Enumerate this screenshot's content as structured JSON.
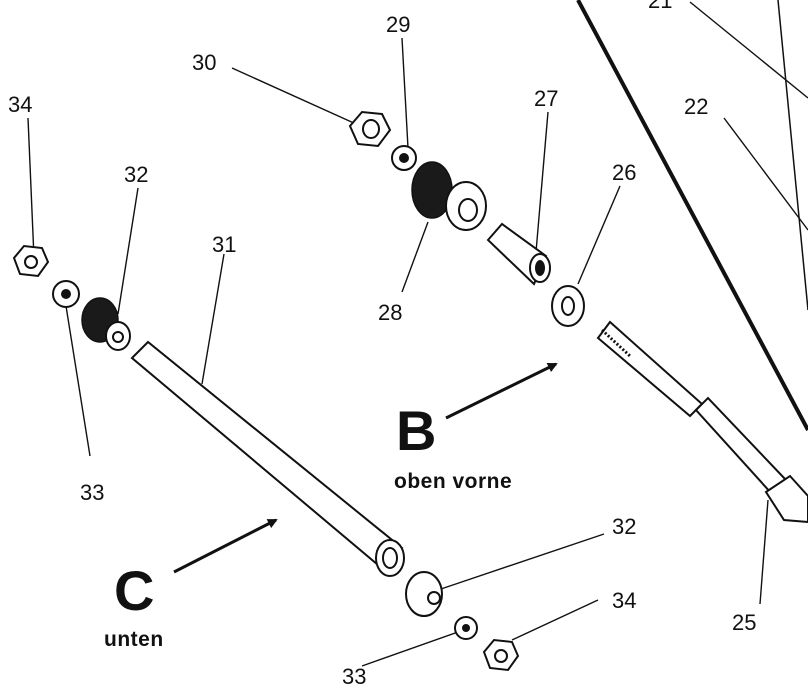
{
  "labels": {
    "n21": "21",
    "n22": "22",
    "n25": "25",
    "n26": "26",
    "n27": "27",
    "n28": "28",
    "n29": "29",
    "n30": "30",
    "n31": "31",
    "n32_top": "32",
    "n32_bottom": "32",
    "n33_top": "33",
    "n33_bottom": "33",
    "n34_top": "34",
    "n34_bottom": "34"
  },
  "views": {
    "b_letter": "B",
    "b_caption": "oben vorne",
    "c_letter": "C",
    "c_caption": "unten"
  }
}
